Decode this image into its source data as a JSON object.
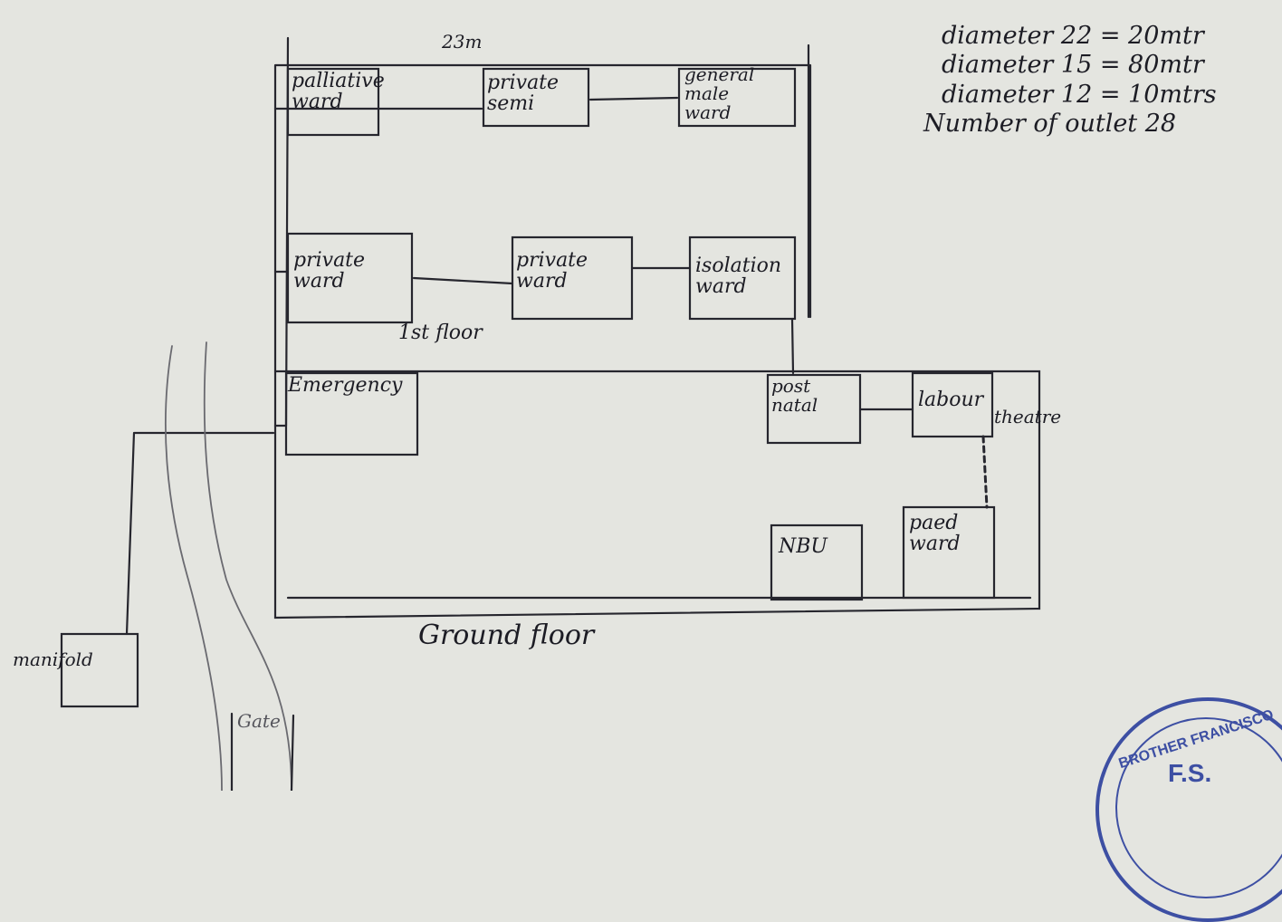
{
  "diagram": {
    "dimension_label": "23m",
    "top_floor": {
      "rooms": [
        {
          "id": "palliative",
          "lines": [
            "palliative",
            "ward"
          ]
        },
        {
          "id": "private-semi",
          "lines": [
            "private",
            "semi"
          ]
        },
        {
          "id": "general-male",
          "lines": [
            "general",
            "male",
            "ward"
          ]
        }
      ]
    },
    "first_floor": {
      "label": "1st floor",
      "rooms": [
        {
          "id": "private-ward-1",
          "lines": [
            "private",
            "ward"
          ]
        },
        {
          "id": "private-ward-2",
          "lines": [
            "private",
            "ward"
          ]
        },
        {
          "id": "isolation",
          "lines": [
            "isolation",
            "ward"
          ]
        }
      ]
    },
    "ground_floor": {
      "label": "Ground floor",
      "rooms": [
        {
          "id": "emergency",
          "lines": [
            "Emergency"
          ]
        },
        {
          "id": "post-natal",
          "lines": [
            "post",
            "natal"
          ]
        },
        {
          "id": "labour",
          "lines": [
            "labour"
          ]
        },
        {
          "id": "theatre",
          "lines": [
            "theatre"
          ]
        },
        {
          "id": "nbu",
          "lines": [
            "NBU"
          ]
        },
        {
          "id": "paed",
          "lines": [
            "paed",
            "ward"
          ]
        }
      ]
    },
    "external": {
      "manifold": "manifold",
      "gate": "Gate"
    },
    "notes": [
      "diameter 22 = 20mtr",
      "diameter 15 = 80mtr",
      "diameter 12 = 10mtrs",
      "Number of outlet 28"
    ],
    "stamp_text": {
      "top": "BROTHER FRANCISCO",
      "middle": "F.S."
    }
  }
}
